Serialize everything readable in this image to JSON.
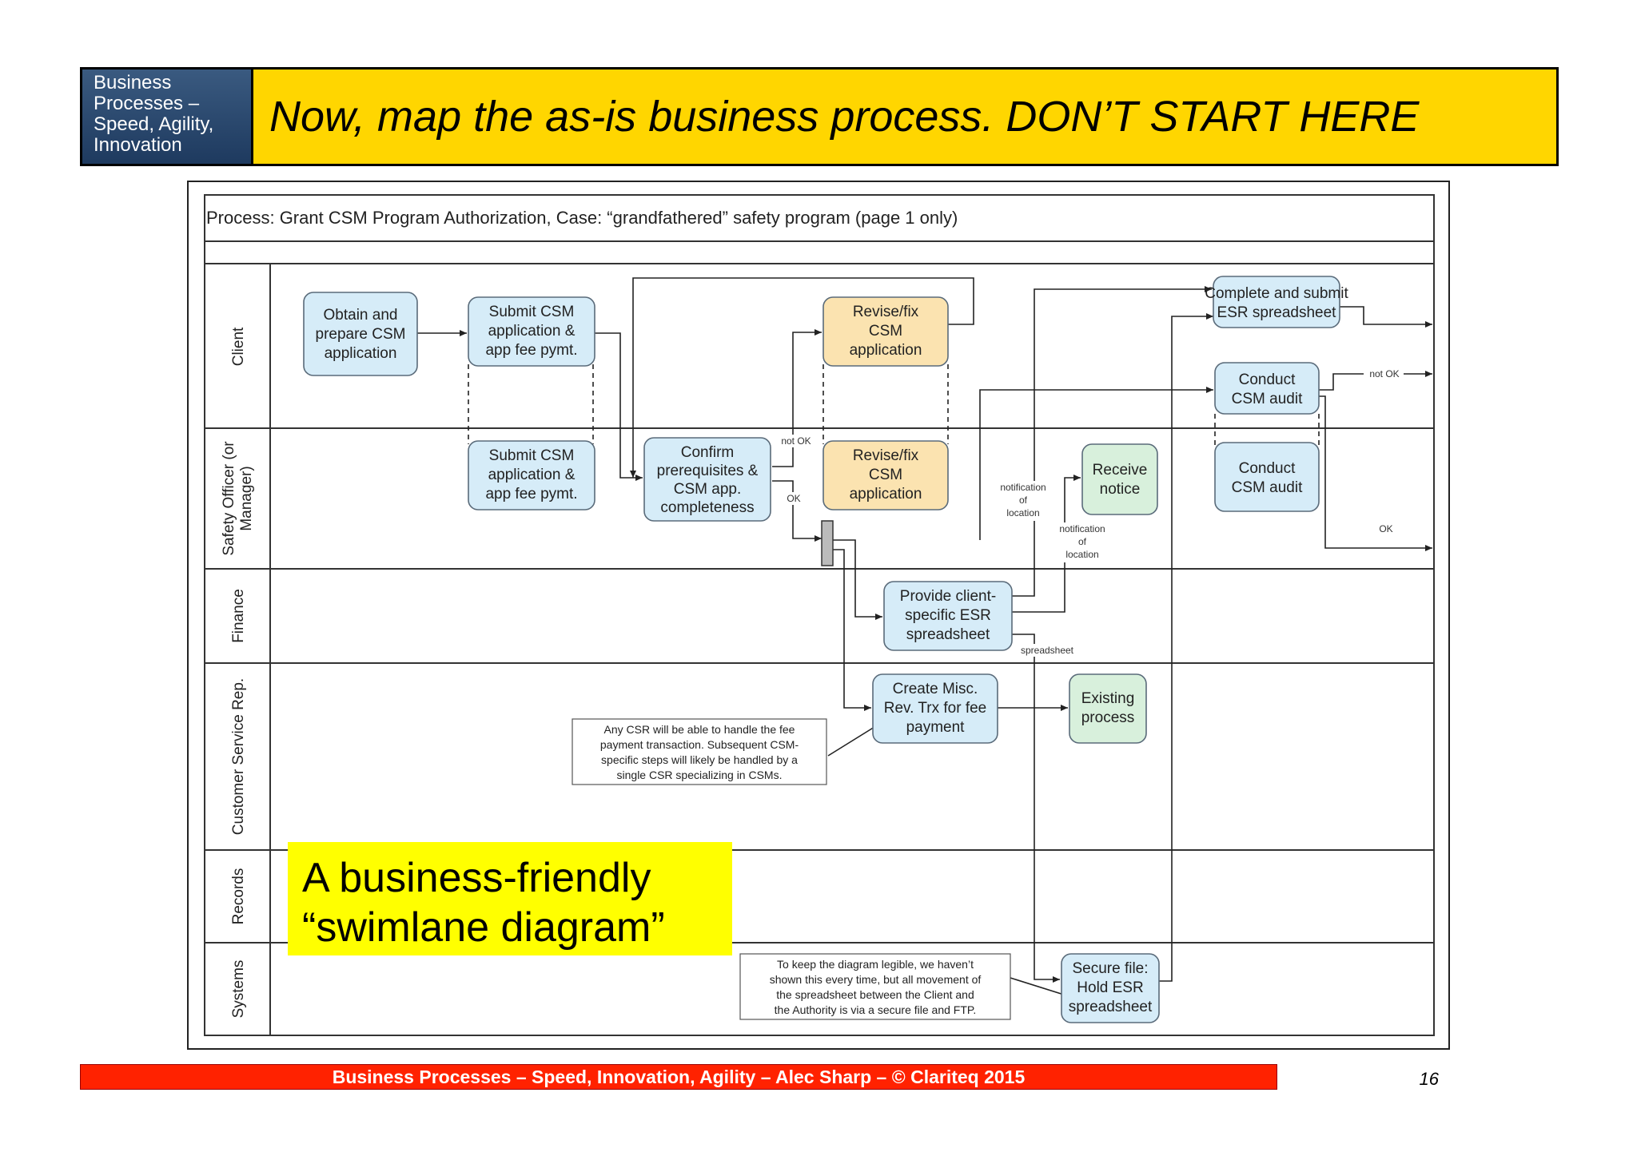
{
  "header": {
    "tag_lines": [
      "Business",
      "Processes –",
      "Speed, Agility,",
      "Innovation"
    ],
    "title": "Now, map the as-is business process. DON’T START HERE"
  },
  "diagram": {
    "process_title": "Process: Grant CSM Program Authorization, Case: “grandfathered” safety program (page 1 only)",
    "lanes": [
      {
        "id": "client",
        "label": [
          "Client"
        ]
      },
      {
        "id": "safety",
        "label": [
          "Safety Officer (or",
          "Manager)"
        ]
      },
      {
        "id": "finance",
        "label": [
          "Finance"
        ]
      },
      {
        "id": "csr",
        "label": [
          "Customer Service Rep."
        ]
      },
      {
        "id": "records",
        "label": [
          "Records"
        ]
      },
      {
        "id": "systems",
        "label": [
          "Systems"
        ]
      }
    ],
    "boxes": [
      {
        "id": "obtain",
        "lines": [
          "Obtain and",
          "prepare CSM",
          "application"
        ],
        "kind": "blue"
      },
      {
        "id": "submit-client",
        "lines": [
          "Submit CSM",
          "application &",
          "app fee pymt."
        ],
        "kind": "blue"
      },
      {
        "id": "submit-safety",
        "lines": [
          "Submit CSM",
          "application &",
          "app fee pymt."
        ],
        "kind": "blue"
      },
      {
        "id": "confirm",
        "lines": [
          "Confirm",
          "prerequisites &",
          "CSM app.",
          "completeness"
        ],
        "kind": "blue"
      },
      {
        "id": "revise-client",
        "lines": [
          "Revise/fix",
          "CSM",
          "application"
        ],
        "kind": "orange"
      },
      {
        "id": "revise-safety",
        "lines": [
          "Revise/fix",
          "CSM",
          "application"
        ],
        "kind": "orange"
      },
      {
        "id": "receive",
        "lines": [
          "Receive",
          "notice"
        ],
        "kind": "green"
      },
      {
        "id": "complete-submit",
        "lines": [
          "Complete and submit",
          "ESR spreadsheet"
        ],
        "kind": "blue"
      },
      {
        "id": "conduct-client",
        "lines": [
          "Conduct",
          "CSM audit"
        ],
        "kind": "blue"
      },
      {
        "id": "conduct-safety",
        "lines": [
          "Conduct",
          "CSM audit"
        ],
        "kind": "blue"
      },
      {
        "id": "provide",
        "lines": [
          "Provide client-",
          "specific ESR",
          "spreadsheet"
        ],
        "kind": "blue"
      },
      {
        "id": "create-misc",
        "lines": [
          "Create Misc.",
          "Rev. Trx for fee",
          "payment"
        ],
        "kind": "blue"
      },
      {
        "id": "existing",
        "lines": [
          "Existing",
          "process"
        ],
        "kind": "green"
      },
      {
        "id": "secure",
        "lines": [
          "Secure file:",
          "Hold ESR",
          "spreadsheet"
        ],
        "kind": "blue"
      }
    ],
    "labels": {
      "not_ok_1": "not OK",
      "ok_1": "OK",
      "notif_1": [
        "notification",
        "of",
        "location"
      ],
      "notif_2": [
        "notification",
        "of",
        "location"
      ],
      "spreadsheet": "spreadsheet",
      "not_ok_2": "not OK",
      "ok_2": "OK"
    },
    "notes": {
      "csr_note": [
        "Any CSR will be able to handle the fee",
        "payment transaction. Subsequent CSM-",
        "specific steps will likely be handled by a",
        "single CSR specializing in CSMs."
      ],
      "legible_note": [
        "To keep the diagram legible, we haven’t",
        "shown this every time, but all movement of",
        "the spreadsheet between the Client and",
        "the Authority is via a secure file and FTP."
      ]
    }
  },
  "callout": {
    "lines": [
      "A business-friendly",
      "“swimlane diagram”"
    ]
  },
  "footer": {
    "text": "Business Processes –  Speed, Innovation, Agility – Alec Sharp – © Clariteq 2015",
    "page_number": "16"
  },
  "colors": {
    "header_tag_bg": "#1e3a5f",
    "header_title_bg": "#ffd600",
    "box_blue": "#d6ecf8",
    "box_orange": "#fbe3b0",
    "box_green": "#d8f0dc",
    "callout_bg": "#ffff00",
    "footer_bg": "#ff2200"
  }
}
